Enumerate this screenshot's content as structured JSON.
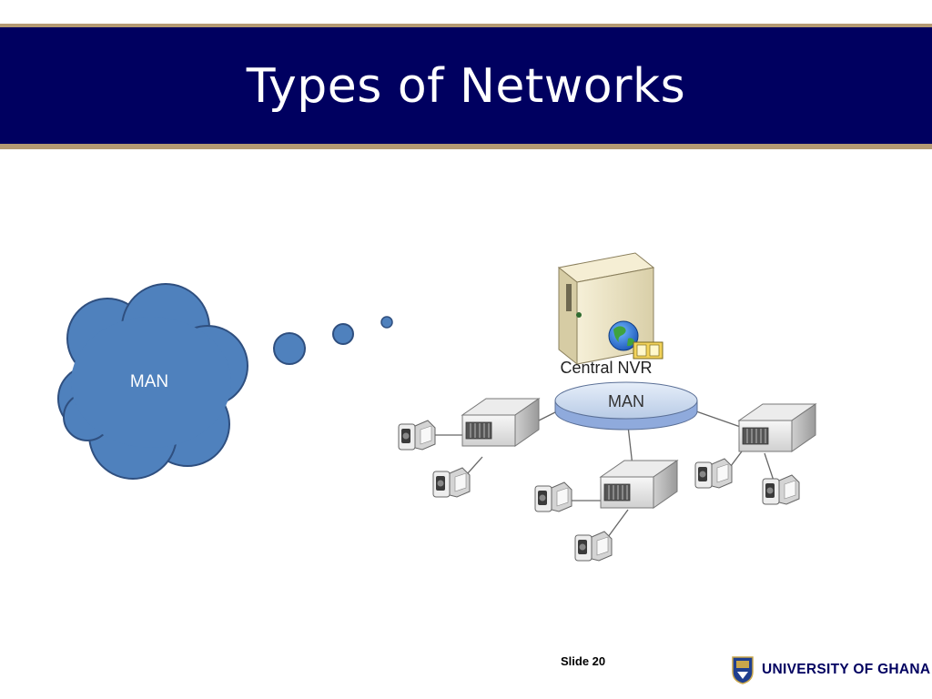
{
  "slide": {
    "title": "Types of Networks",
    "slide_number": "Slide 20"
  },
  "callout": {
    "label": "MAN"
  },
  "diagram": {
    "server_label": "Central NVR",
    "backbone_label": "MAN",
    "nodes": [
      "central-nvr-server",
      "man-backbone",
      "recorder-left",
      "recorder-center",
      "recorder-right",
      "camera-left-1",
      "camera-left-2",
      "camera-center-1",
      "camera-center-2",
      "camera-right-1",
      "camera-right-2"
    ]
  },
  "footer": {
    "university": "UNIVERSITY OF GHANA"
  },
  "colors": {
    "header_band": "#000060",
    "accent_tan": "#b49a73",
    "cloud_fill": "#4f81bd",
    "cloud_stroke": "#2f4f7f",
    "backbone_fill": "#c6d9f1"
  }
}
